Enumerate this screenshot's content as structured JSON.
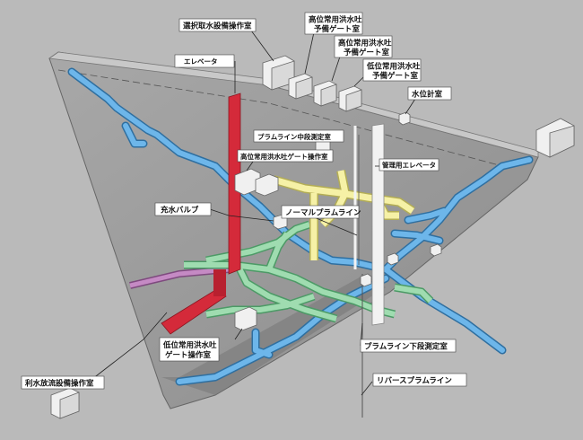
{
  "labels": {
    "intake_room": "選択取水設備操作室",
    "elevator": "エレベータ",
    "high_spare_gate_1": [
      "高位常用洪水吐",
      "予備ゲート室"
    ],
    "high_spare_gate_2": [
      "高位常用洪水吐",
      "予備ゲート室"
    ],
    "low_spare_gate": [
      "低位常用洪水吐",
      "予備ゲート室"
    ],
    "water_level_room": "水位計室",
    "plumb_mid_room": "プラムライン中段測定室",
    "mgmt_elevator": "管理用エレベータ",
    "high_gate_op_room": "高位常用洪水吐ゲート操作室",
    "filling_valve": "充水バルブ",
    "normal_plumb": "ノーマルプラムライン",
    "low_gate_op_room": [
      "低位常用洪水吐",
      "ゲート操作室"
    ],
    "plumb_low_room": "プラムライン下段測定室",
    "reverse_plumb": "リバースプラムライン",
    "discharge_room": "利水放流設備操作室"
  },
  "colors": {
    "dam_body": "#9a9a9a",
    "background": "#bababa",
    "gallery_blue": "#5aa6dd",
    "gallery_green": "#8fd0a0",
    "gallery_yellow": "#f3ee9a",
    "gallery_purple": "#b97ab8",
    "elevator_red": "#d42a3a",
    "shaft_white": "#f2f2f2",
    "label_bg": "#ffffff"
  }
}
